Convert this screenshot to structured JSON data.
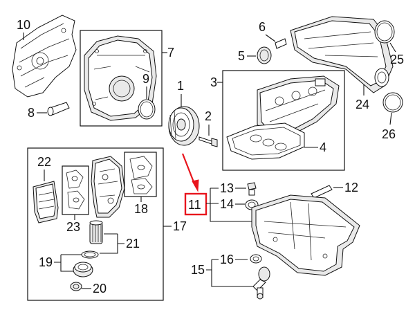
{
  "callouts": {
    "c1": "1",
    "c2": "2",
    "c3": "3",
    "c4": "4",
    "c5": "5",
    "c6": "6",
    "c7": "7",
    "c8": "8",
    "c9": "9",
    "c10": "10",
    "c11": "11",
    "c12": "12",
    "c13": "13",
    "c14": "14",
    "c15": "15",
    "c16": "16",
    "c17": "17",
    "c18": "18",
    "c19": "19",
    "c20": "20",
    "c21": "21",
    "c22": "22",
    "c23": "23",
    "c24": "24",
    "c25": "25",
    "c26": "26"
  },
  "highlight": {
    "callout": "11",
    "color": "#e8141c"
  },
  "colors": {
    "ink": "#111111",
    "shade": "#e9e9e9",
    "background": "#ffffff"
  }
}
